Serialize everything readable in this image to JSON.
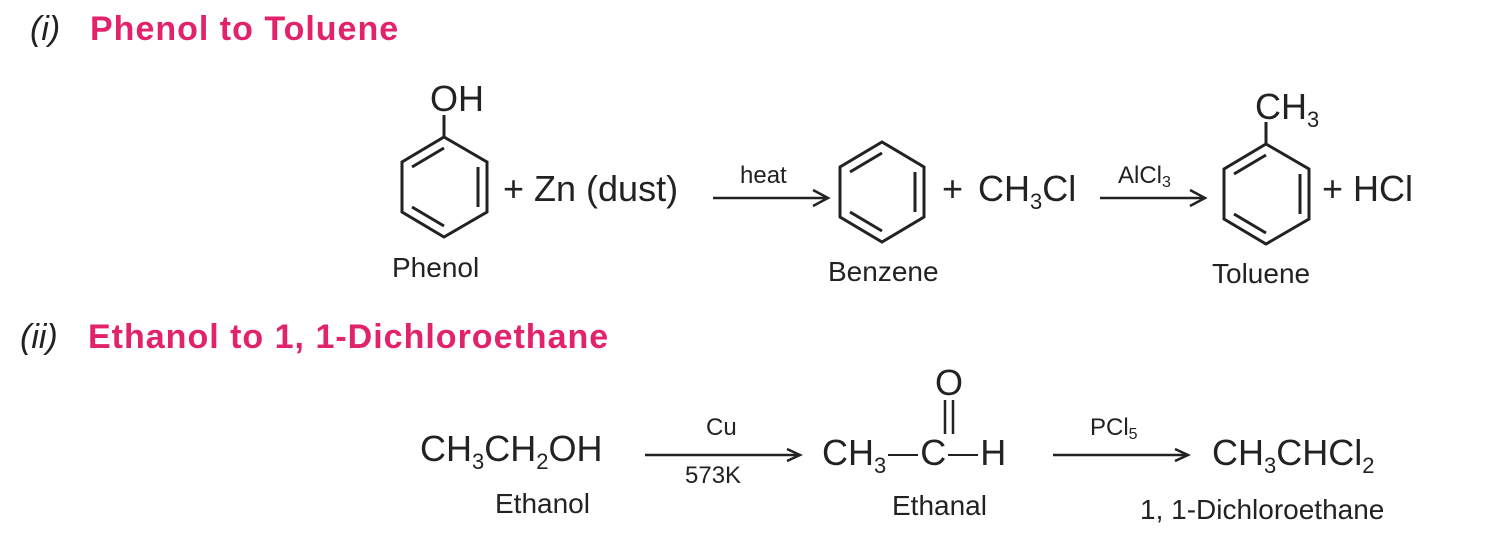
{
  "colors": {
    "heading": "#e3226c",
    "text": "#222222"
  },
  "section1": {
    "numeral": "(i)",
    "heading": "Phenol to Toluene",
    "phenol": {
      "substituent": "OH",
      "label": "Phenol"
    },
    "zinc": "+ Zn (dust)",
    "arrow1_condition": "heat",
    "benzene_label": "Benzene",
    "plus1": "+",
    "methyl_chloride": {
      "a": "CH",
      "b": "3",
      "c": "Cl"
    },
    "arrow2_condition": {
      "a": "AlCl",
      "b": "3"
    },
    "toluene": {
      "substituent_a": "CH",
      "substituent_b": "3",
      "label": "Toluene"
    },
    "hcl": "+ HCl"
  },
  "section2": {
    "numeral": "(ii)",
    "heading": "Ethanol to 1, 1-Dichloroethane",
    "ethanol": {
      "a": "CH",
      "b": "3",
      "c": "CH",
      "d": "2",
      "e": "OH",
      "label": "Ethanol"
    },
    "arrow1_top": "Cu",
    "arrow1_bottom": "573K",
    "ethanal": {
      "a": "CH",
      "b": "3",
      "c": "C",
      "d": "H",
      "o": "O",
      "label": "Ethanal"
    },
    "arrow2_top": {
      "a": "PCl",
      "b": "5"
    },
    "product": {
      "a": "CH",
      "b": "3",
      "c": "CHCl",
      "d": "2",
      "label": "1, 1-Dichloroethane"
    }
  }
}
